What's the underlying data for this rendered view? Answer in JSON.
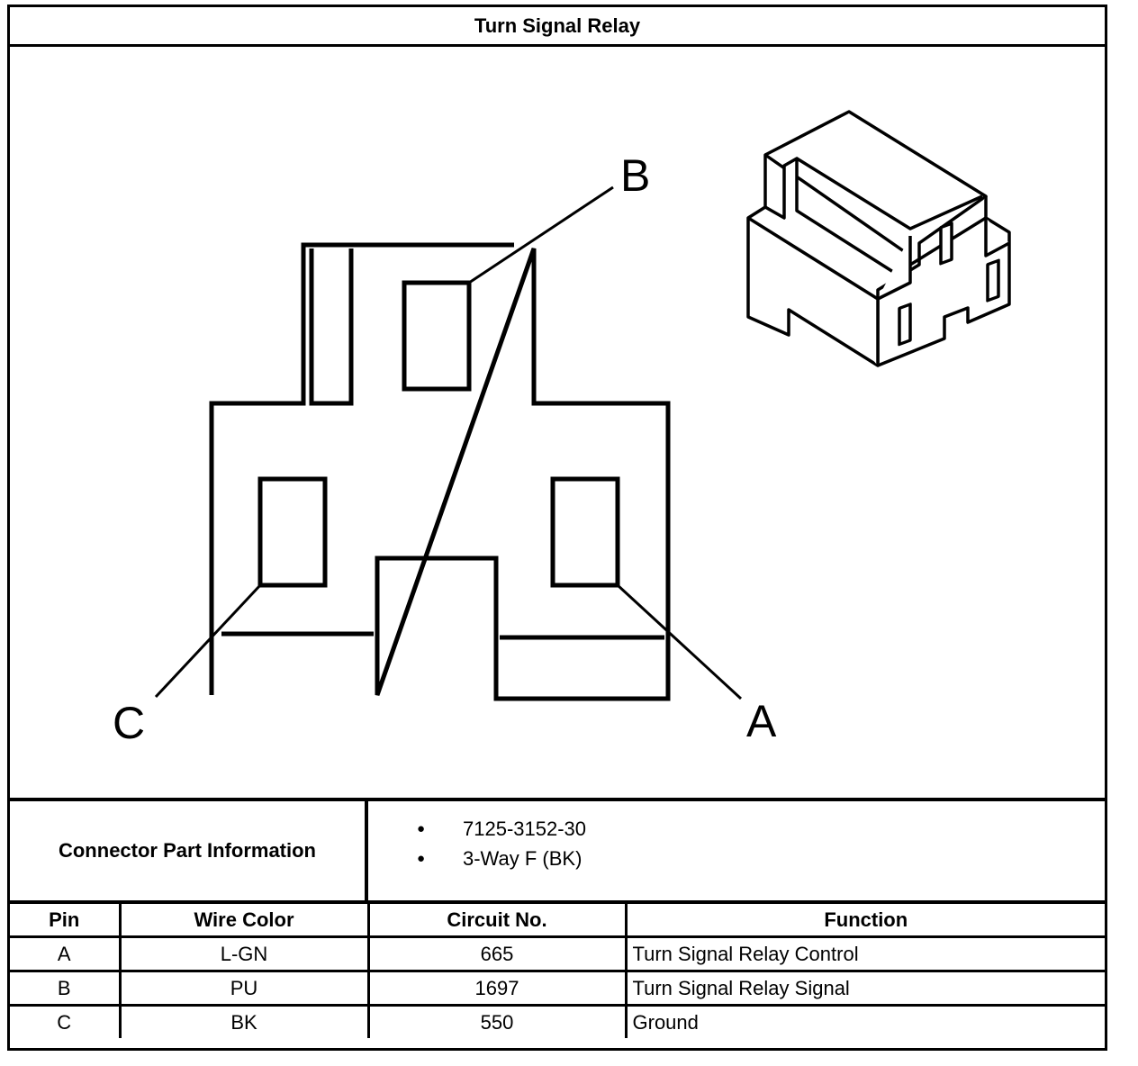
{
  "title": "Turn Signal Relay",
  "diagram": {
    "pin_labels": {
      "a": "A",
      "b": "B",
      "c": "C"
    }
  },
  "connector_part_info": {
    "label": "Connector Part Information",
    "items": [
      "7125-3152-30",
      "3-Way F (BK)"
    ]
  },
  "pin_table": {
    "headers": [
      "Pin",
      "Wire Color",
      "Circuit No.",
      "Function"
    ],
    "rows": [
      [
        "A",
        "L-GN",
        "665",
        "Turn Signal Relay Control"
      ],
      [
        "B",
        "PU",
        "1697",
        "Turn Signal Relay Signal"
      ],
      [
        "C",
        "BK",
        "550",
        "Ground"
      ]
    ]
  }
}
